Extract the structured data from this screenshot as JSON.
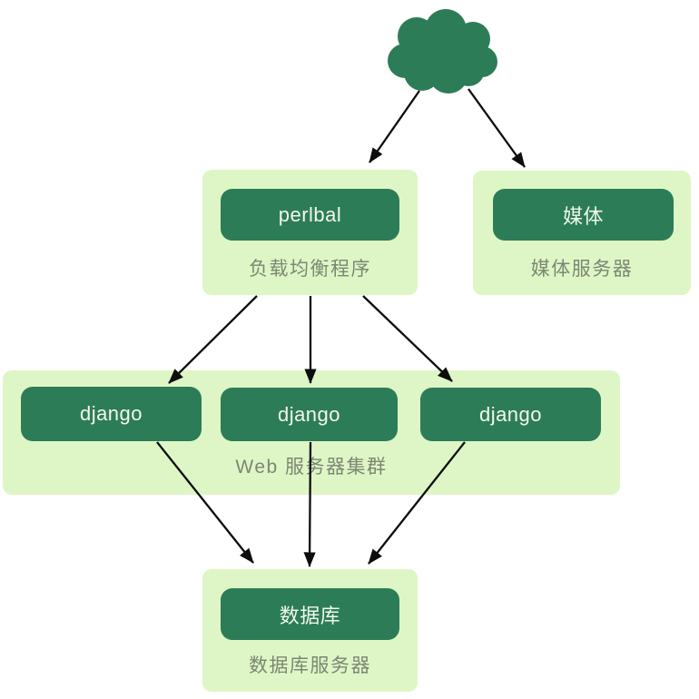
{
  "colors": {
    "background": "#ffffff",
    "node_fill": "#2d7c58",
    "group_fill": "#def6c5",
    "node_text": "#f1f8ea",
    "label_text": "#7c8774",
    "arrow": "#0d0d0d"
  },
  "groups": {
    "load_balancer": {
      "node": "perlbal",
      "label": "负载均衡程序"
    },
    "media": {
      "node": "媒体",
      "label": "媒体服务器"
    },
    "web_cluster": {
      "nodes": [
        "django",
        "django",
        "django"
      ],
      "label": "Web 服务器集群"
    },
    "database": {
      "node": "数据库",
      "label": "数据库服务器"
    }
  },
  "edges": [
    {
      "from": "cloud",
      "to": "perlbal"
    },
    {
      "from": "cloud",
      "to": "media"
    },
    {
      "from": "perlbal",
      "to": "django-1"
    },
    {
      "from": "perlbal",
      "to": "django-2"
    },
    {
      "from": "perlbal",
      "to": "django-3"
    },
    {
      "from": "django-1",
      "to": "database"
    },
    {
      "from": "django-2",
      "to": "database"
    },
    {
      "from": "django-3",
      "to": "database"
    }
  ]
}
